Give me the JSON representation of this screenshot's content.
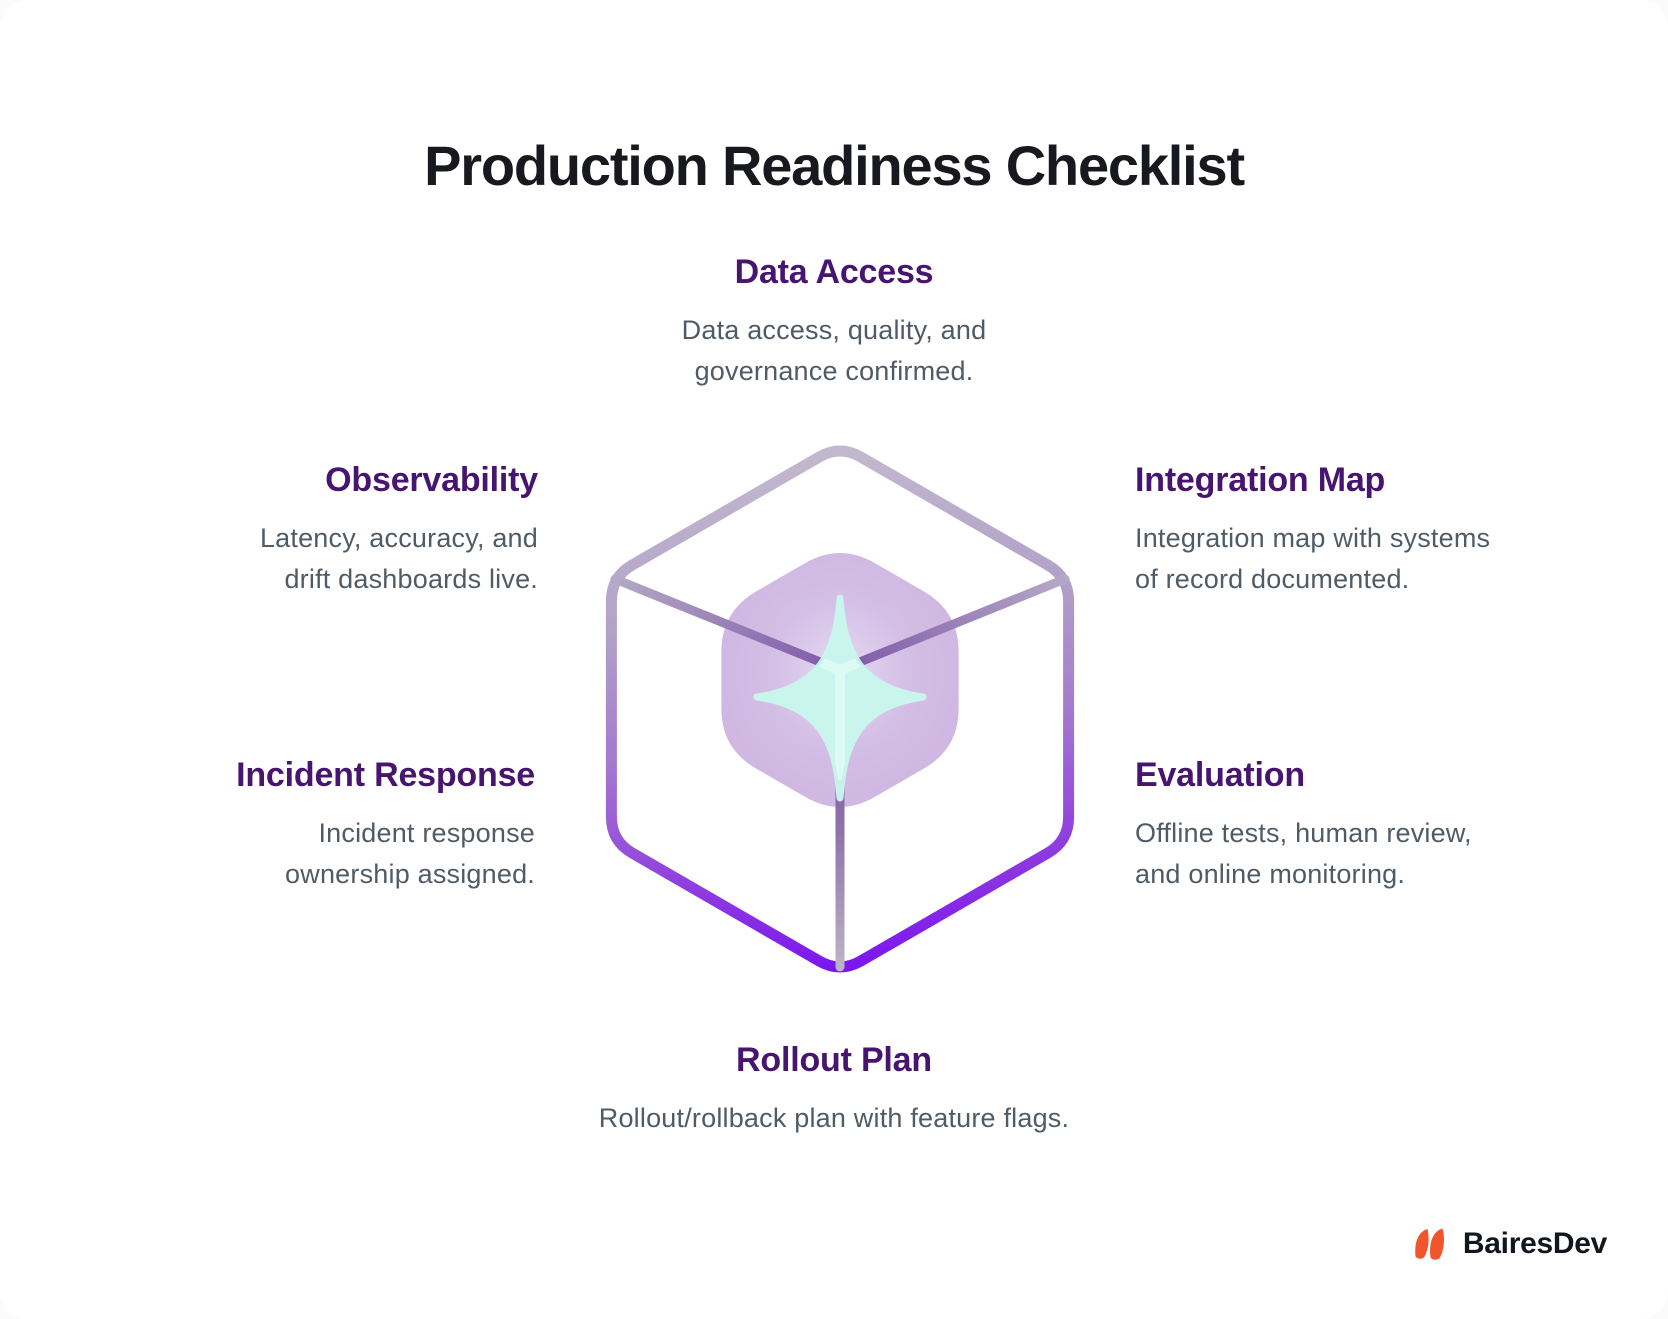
{
  "title": "Production Readiness Checklist",
  "sections": {
    "data_access": {
      "heading": "Data Access",
      "lines": [
        "Data access, quality, and",
        "governance confirmed."
      ]
    },
    "observability": {
      "heading": "Observability",
      "lines": [
        "Latency, accuracy, and",
        "drift dashboards live."
      ]
    },
    "integration_map": {
      "heading": "Integration Map",
      "lines": [
        "Integration map with systems",
        "of record documented."
      ]
    },
    "incident_response": {
      "heading": "Incident Response",
      "lines": [
        "Incident response",
        "ownership assigned."
      ]
    },
    "evaluation": {
      "heading": "Evaluation",
      "lines": [
        "Offline tests, human review,",
        "and online monitoring."
      ]
    },
    "rollout_plan": {
      "heading": "Rollout Plan",
      "lines": [
        "Rollout/rollback plan with feature flags."
      ]
    }
  },
  "footer": {
    "brand": "BairesDev"
  },
  "colors": {
    "title_dark": "#18181f",
    "heading_purple": "#471570",
    "body_gray": "#4f5b66",
    "cube_light_edge": "#c2b8ce",
    "cube_bright_purple": "#7a13ee",
    "cube_inner_face_lavender": "#cbb3e0",
    "sparkle_mint": "#c9f7ee",
    "logo_orange": "#f1552e"
  }
}
